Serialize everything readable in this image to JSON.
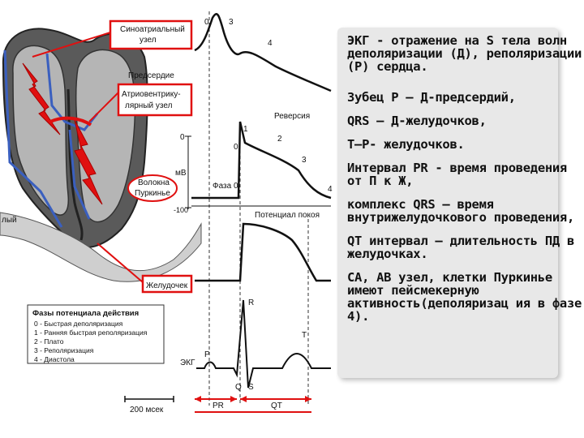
{
  "figure": {
    "labels": {
      "sa_node": [
        "Синоатриальный",
        "узел"
      ],
      "atrium": "Предсердие",
      "av_node": [
        "Атриовентрику-",
        "лярный узел"
      ],
      "purkinje": [
        "Волокна",
        "Пуркинье"
      ],
      "ventricle": "Желудочек",
      "side_fragment": "лый",
      "reversion": "Реверсия",
      "resting_potential": "Потенциал покоя",
      "phase0": "Фаза 0",
      "mv": "мВ",
      "ekg": "ЭКГ",
      "pr": "PR",
      "qt": "QT",
      "wave_p": "P",
      "wave_r": "R",
      "wave_q": "Q",
      "wave_s": "S",
      "wave_t": "T",
      "time_scale": "200 мсек",
      "zero_a": "0",
      "zero_b": "0",
      "minus100": "-100",
      "phase_marks": {
        "m0": "0",
        "m1": "1",
        "m2": "2",
        "m3": "3",
        "m4": "4",
        "t3": "3",
        "t4": "4"
      }
    },
    "legend": {
      "title": "Фазы потенциала действия",
      "items": [
        "0 - Быстрая деполяризация",
        "1 - Ранняя быстрая реполяризация",
        "2 - Плато",
        "3 - Реполяризация",
        "4 - Диастола"
      ]
    },
    "colors": {
      "highlight": "#e01010",
      "ink": "#111111",
      "heart_fill": "#555555",
      "conduction": "#3a5fbf"
    }
  },
  "slide": {
    "paragraphs": [
      "ЭКГ - отражение на S тела волн деполяризации (Д), реполяризации (Р) сердца.",
      "Зубец Р – Д-предсердий,",
      "QRS – Д-желудочков,",
      "Т–Р- желудочков.",
      "Интервал PR - время проведения от П к Ж,",
      "комплекс QRS – время внутрижелудочкового проведения,",
      "QT интервал – длительность ПД в желудочках.",
      "СА, АВ узел, клетки Пуркинье имеют пейсмекерную активность(деполяризац ия в фазе 4)."
    ]
  }
}
